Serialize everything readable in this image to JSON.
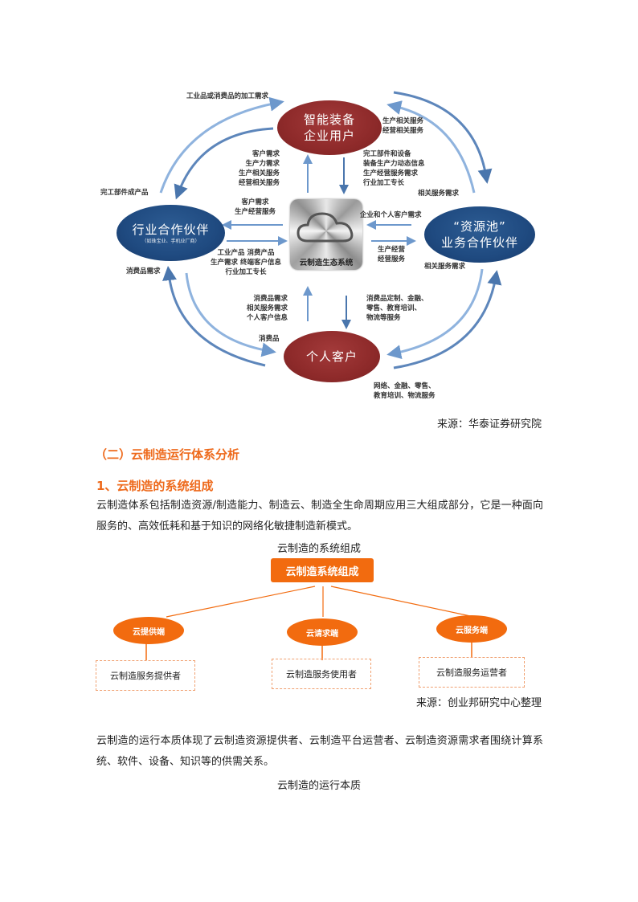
{
  "ecosystem_diagram": {
    "nodes": {
      "top": {
        "line1": "智能装备",
        "line2": "企业用户"
      },
      "left": {
        "line1": "行业合作伙伴",
        "sub": "（如珠宝业、手机业厂商）"
      },
      "right": {
        "line1": "“资源池”",
        "line2": "业务合作伙伴"
      },
      "bottom": {
        "line1": "个人客户"
      },
      "center": {
        "label": "云制造生态系统",
        "icon": "cloud-icon"
      }
    },
    "labels": {
      "top_left_outer": "工业品或消费品的加工需求",
      "left_top_outer": "完工部件成产品",
      "top_to_center": [
        "客户需求",
        "生产力需求",
        "生产相关服务",
        "经营相关服务"
      ],
      "center_to_top": [
        "完工部件和设备",
        "装备生产力动态信息",
        "生产经营服务需求",
        "行业加工专长"
      ],
      "top_right_outer": [
        "生产相关服务",
        "经营相关服务"
      ],
      "right_top_outer": "相关服务需求",
      "center_to_left": [
        "客户需求",
        "生产经营服务"
      ],
      "left_to_center": [
        "工业产品  消费产品",
        "生产需求  终端客户信息",
        "行业加工专长"
      ],
      "right_to_center": "企业和个人客户需求",
      "center_to_right": [
        "生产经营",
        "经营服务"
      ],
      "right_bottom_outer": "相关服务需求",
      "left_bottom_outer": "消费品需求",
      "bottom_to_center": [
        "消费品需求",
        "相关服务需求",
        "个人客户信息"
      ],
      "center_to_bottom": [
        "消费品定制、金融、",
        "零售、教育培训、",
        "物流等服务"
      ],
      "bottom_left_outer": "消费品",
      "bottom_right_outer": [
        "网络、金融、零售、",
        "教育培训、物流服务"
      ]
    },
    "source": "来源：华泰证券研究院"
  },
  "section_heading": "（二）云制造运行体系分析",
  "subsection_heading": "1、云制造的系统组成",
  "paragraph1": "云制造体系包括制造资源/制造能力、制造云、制造全生命周期应用三大组成部分，它是一种面向服务的、高效低耗和基于知识的网络化敏捷制造新模式。",
  "system_chart": {
    "caption": "云制造的系统组成",
    "root": "云制造系统组成",
    "branches": [
      {
        "node": "云提供端",
        "role": "云制造服务提供者"
      },
      {
        "node": "云请求端",
        "role": "云制造服务使用者"
      },
      {
        "node": "云服务端",
        "role": "云制造服务运营者"
      }
    ],
    "source": "来源：创业邦研究中心整理"
  },
  "paragraph2": "云制造的运行本质体现了云制造资源提供者、云制造平台运营者、云制造资源需求者围绕计算系统、软件、设备、知识等的供需关系。",
  "caption2": "云制造的运行本质",
  "colors": {
    "accent_orange": "#f26b0f",
    "heading_orange": "#ee6a1c",
    "node_red": "#8e2a2a",
    "node_blue": "#1f4a80",
    "arrow_blue": "#6d98cc"
  }
}
